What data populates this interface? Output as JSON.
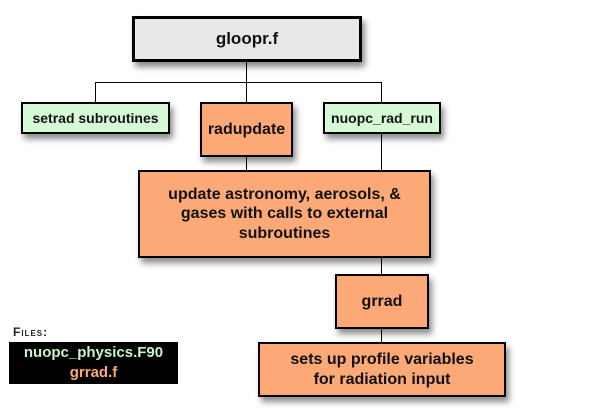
{
  "root": "gloopr.f",
  "children": {
    "setrad": "setrad subroutines",
    "radupdate": "radupdate",
    "nuopc": "nuopc_rad_run"
  },
  "radupdate_desc": "update astronomy, aerosols, & gases  with calls to external subroutines",
  "grrad": "grrad",
  "grrad_desc": "sets up profile variables for radiation input",
  "files": {
    "label": "Files:",
    "items": [
      "nuopc_physics.F90",
      "grrad.f"
    ]
  },
  "colors": {
    "green": "#d6fad6",
    "orange": "#fca877",
    "file1": "#c8f5c8",
    "file2": "#fca877"
  }
}
